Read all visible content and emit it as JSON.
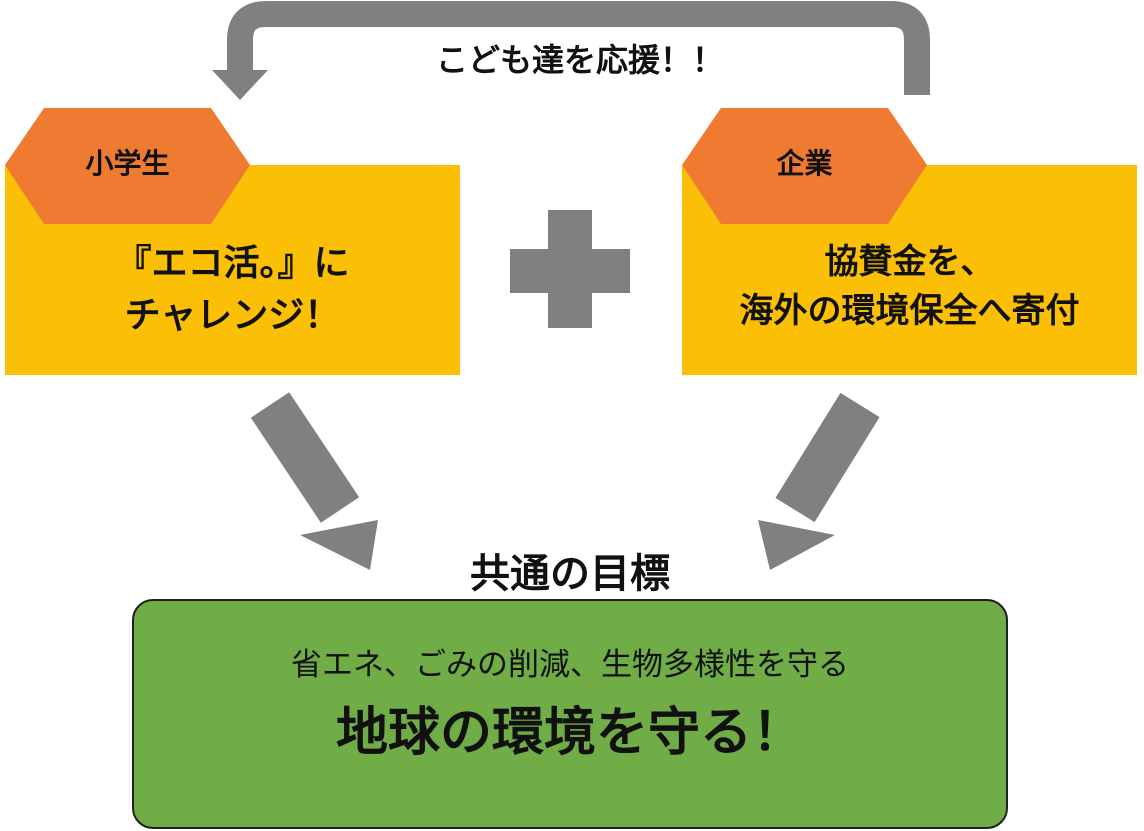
{
  "support_label": "こども達を応援！！",
  "left_tag": "小学生",
  "left_lines": [
    "『エコ活。』に",
    "チャレンジ！"
  ],
  "right_tag": "企業",
  "right_lines": [
    "協賛金を、",
    "海外の環境保全へ寄付"
  ],
  "goal_title": "共通の目標",
  "goal_subtitle": "省エネ、ごみの削減、生物多様性を守る",
  "goal_main": "地球の環境を守る！",
  "colors": {
    "box_fill": "#fbbf05",
    "tag_fill": "#ef7b32",
    "arrow_gray": "#808080",
    "goal_fill": "#70ad47",
    "goal_border": "#1f1f1f"
  },
  "icons": {
    "plus": "plus-icon",
    "return_arrow": "curved-return-arrow-icon",
    "down_arrows": "diagonal-arrow-icon"
  }
}
